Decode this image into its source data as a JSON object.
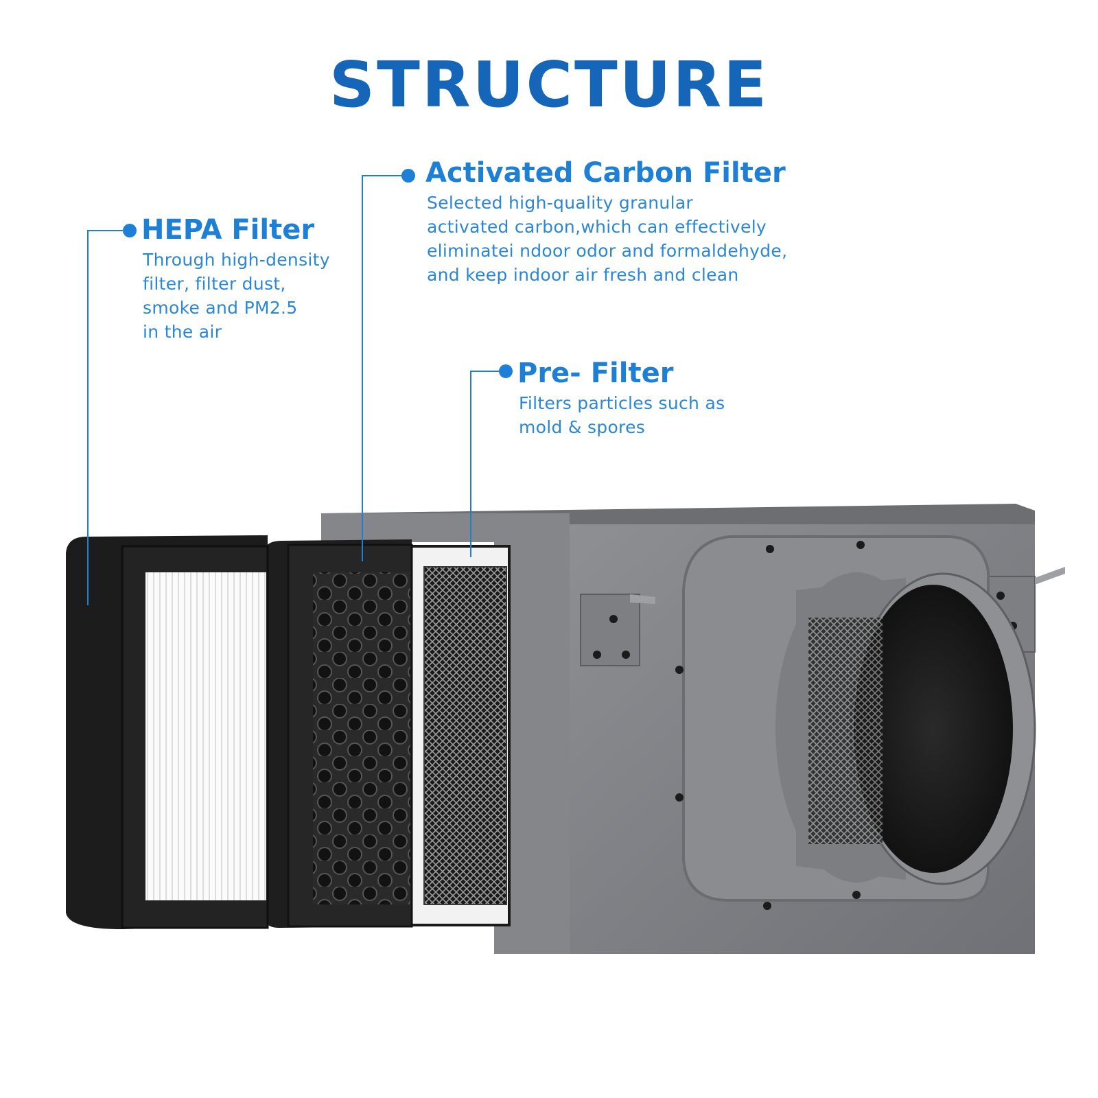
{
  "title": "STRUCTURE",
  "accent_color": "#1565b8",
  "callout_color": "#1e7fd6",
  "callouts": [
    {
      "id": "activated-carbon",
      "heading": "Activated Carbon Filter",
      "lines": [
        "Selected high-quality granular",
        "activated carbon,which can effectively",
        "eliminatei ndoor odor and formaldehyde,",
        "and keep indoor air fresh and clean"
      ]
    },
    {
      "id": "hepa",
      "heading": "HEPA Filter",
      "lines": [
        "Through high-density",
        "filter, filter dust,",
        "smoke and PM2.5",
        "in the air"
      ]
    },
    {
      "id": "pre-filter",
      "heading": "Pre- Filter",
      "lines": [
        "Filters particles such as",
        "mold & spores"
      ]
    }
  ]
}
